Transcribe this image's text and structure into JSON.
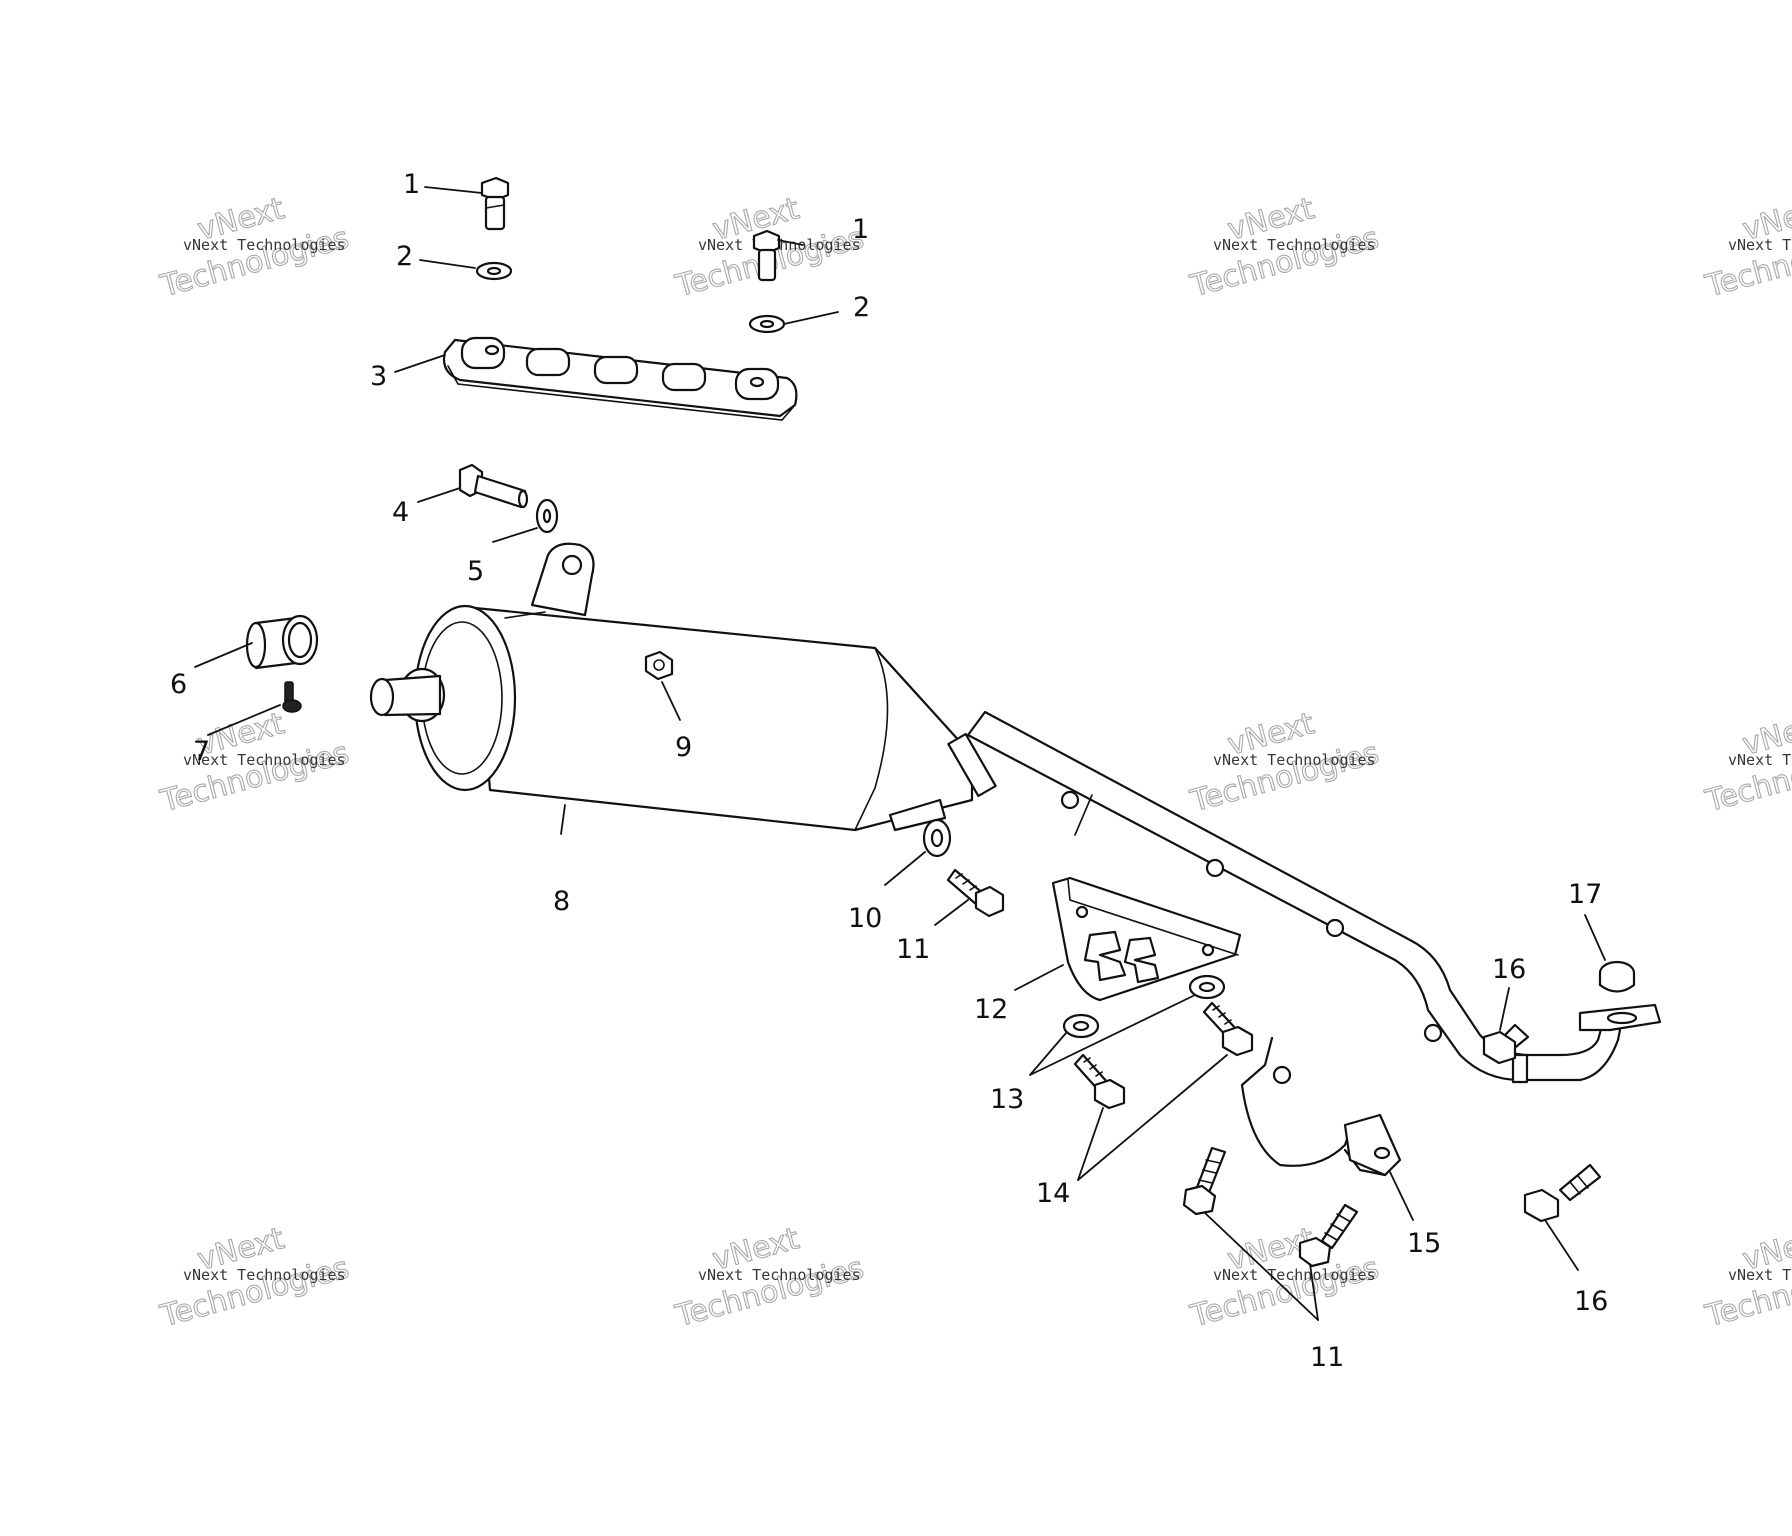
{
  "watermark": {
    "line1": "vNext Technologies",
    "word1": "vNext",
    "word2": "Technologies"
  },
  "callouts": {
    "c1a": "1",
    "c1b": "1",
    "c2a": "2",
    "c2b": "2",
    "c3": "3",
    "c4": "4",
    "c5": "5",
    "c6": "6",
    "c7": "7",
    "c8": "8",
    "c9": "9",
    "c10": "10",
    "c11a": "11",
    "c11b": "11",
    "c12": "12",
    "c13": "13",
    "c14": "14",
    "c15": "15",
    "c16a": "16",
    "c16b": "16",
    "c17": "17"
  }
}
